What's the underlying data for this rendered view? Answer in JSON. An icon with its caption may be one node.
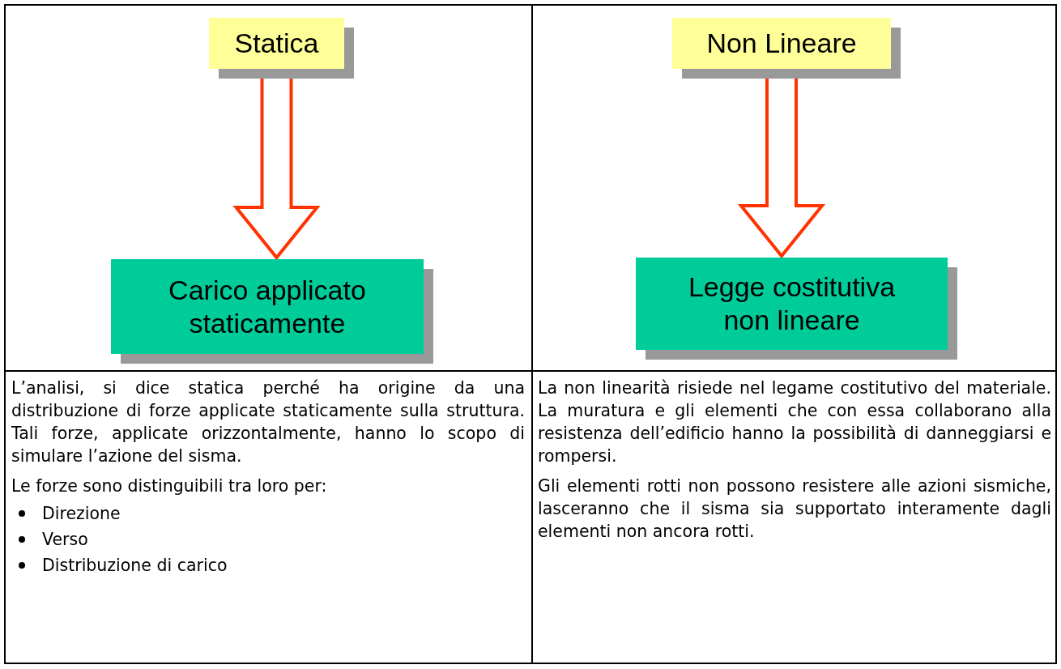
{
  "diagram": {
    "nodes": [
      {
        "text": [
          "Statica"
        ]
      },
      {
        "text": [
          "Carico applicato staticamente"
        ]
      },
      {
        "text": [
          "Non Lineare"
        ]
      },
      {
        "text": [
          "Legge costitutiva non lineare"
        ]
      }
    ],
    "edges": [
      {
        "from": 0,
        "to": 1,
        "arrow": "to"
      },
      {
        "from": 2,
        "to": 3,
        "arrow": "to"
      }
    ],
    "labels": [
      "L’analisi, si dice statica perché ha origine da una distribuzione di forze applicate staticamente sulla struttura. Tali forze, applicate orizzontalmente, hanno lo scopo di simulare l’azione del sisma.",
      "Le forze sono distinguibili tra loro per:",
      "Direzione",
      "Verso",
      "Distribuzione di carico",
      "La non linearità risiede nel legame costitutivo del materiale. La muratura e gli elementi che con essa collaborano alla resistenza dell’edificio hanno la possibilità di danneggiarsi e rompersi.",
      "Gli elementi rotti non possono resistere alle azioni sismiche, lasceranno che il sisma sia supportato interamente dagli elementi non ancora rotti."
    ]
  }
}
